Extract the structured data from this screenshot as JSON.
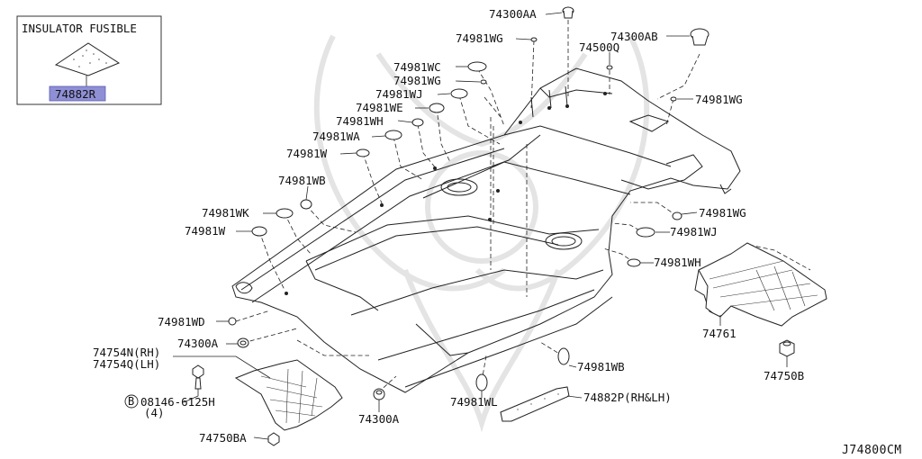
{
  "inset": {
    "title": "INSULATOR FUSIBLE",
    "part": "74882R",
    "highlight_color": "#8f8fd6"
  },
  "labels": {
    "p74300AA": "74300AA",
    "p74981WG_a": "74981WG",
    "p74300AB": "74300AB",
    "p74500Q": "74500Q",
    "p74981WC": "74981WC",
    "p74981WG_b": "74981WG",
    "p74981WJ_a": "74981WJ",
    "p74981WE": "74981WE",
    "p74981WH_a": "74981WH",
    "p74981WA": "74981WA",
    "p74981W_a": "74981W",
    "p74981WB_a": "74981WB",
    "p74981WK": "74981WK",
    "p74981W_b": "74981W",
    "p74981WG_c": "74981WG",
    "p74981WG_d": "74981WG",
    "p74981WJ_b": "74981WJ",
    "p74981WH_b": "74981WH",
    "p74761": "74761",
    "p74750B": "74750B",
    "p74981WD": "74981WD",
    "p74300A_a": "74300A",
    "p74754N": "74754N(RH)",
    "p74754Q": "74754Q(LH)",
    "p08146_circle": "B",
    "p08146": "08146-6125H",
    "p08146_qty": "(4)",
    "p74750BA": "74750BA",
    "p74300A_b": "74300A",
    "p74981WL": "74981WL",
    "p74981WB_b": "74981WB",
    "p74882P": "74882P(RH&LH)"
  },
  "figure_ref": "J74800CM"
}
